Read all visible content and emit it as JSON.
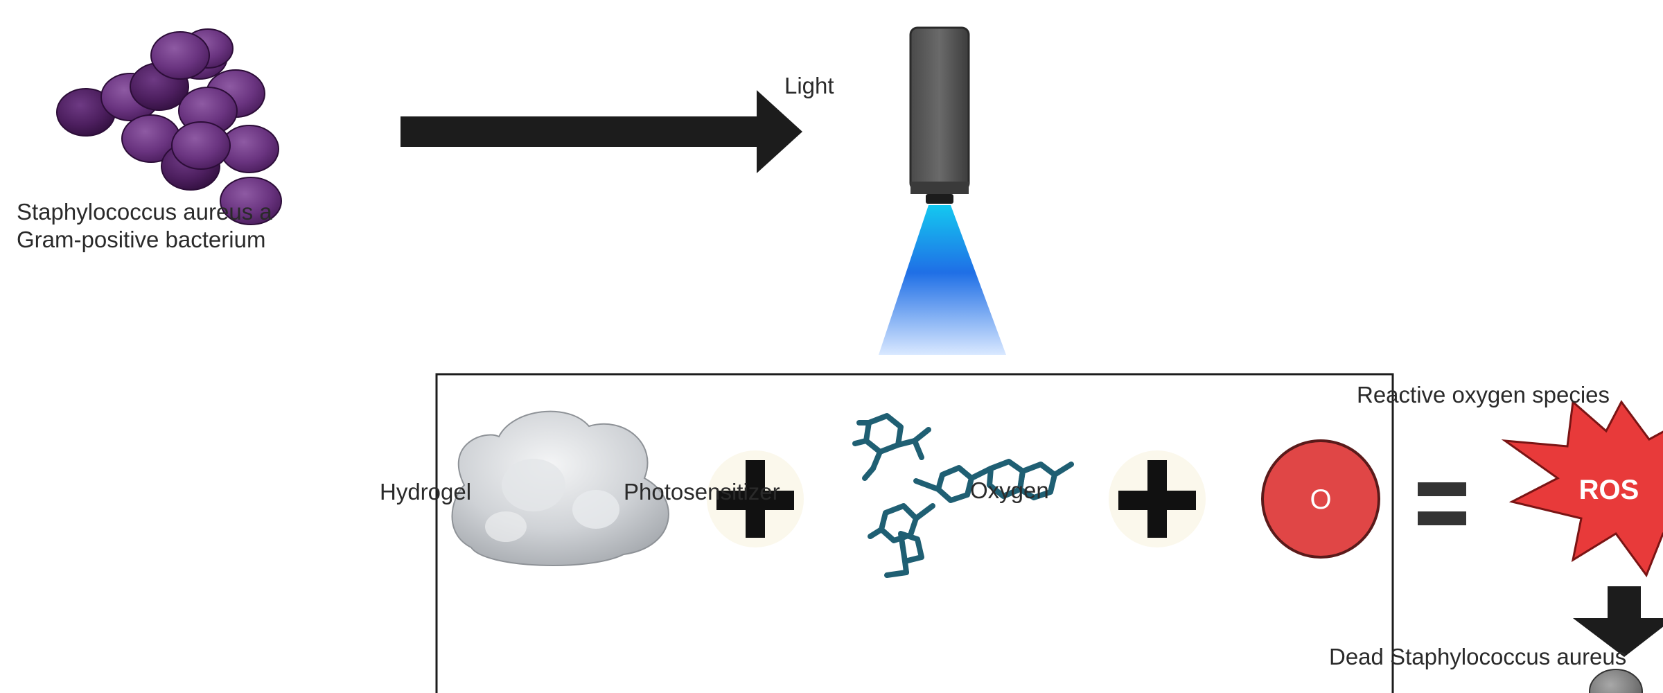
{
  "labels": {
    "staph_line1": "Staphylococcus aureus a",
    "staph_line2": "Gram-positive bacterium",
    "light": "Light",
    "hydrogel": "Hydrogel",
    "photosensitizer": "Photosensitizer",
    "oxygen": "Oxygen",
    "oxygen_symbol": "O",
    "ros_badge": "ROS",
    "ros_label": "Reactive oxygen species",
    "dead": "Dead Staphylococcus aureus",
    "plus": "+",
    "equals": "="
  },
  "colors": {
    "bacteria_live": "#5a2a6e",
    "bacteria_dead": "#7a7a7a",
    "light_beam": "#1e6fe0",
    "oxygen": "#e04646",
    "ros": "#e83a3a",
    "photosensitizer": "#1f5f73",
    "hydrogel": "#cfd2d6",
    "arrow": "#1c1c1c"
  },
  "icons": {
    "bacteria_live": "bacteria-cluster-icon",
    "lamp": "lamp-icon",
    "hydrogel": "hydrogel-blob-icon",
    "photosensitizer": "molecule-icon",
    "oxygen": "oxygen-circle-icon",
    "ros": "starburst-icon",
    "bacteria_dead": "dead-bacteria-cluster-icon"
  }
}
